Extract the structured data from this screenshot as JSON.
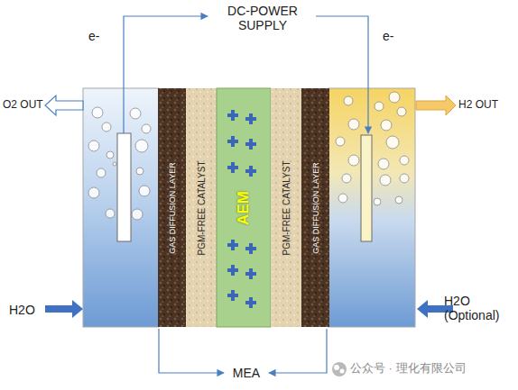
{
  "diagram": {
    "nodes": [
      {
        "text": [
          "GAS DIFFUSION LAYER"
        ]
      },
      {
        "text": [
          "PGM-FREE CATALYST"
        ]
      },
      {
        "text": [
          "AEM"
        ]
      },
      {
        "text": [
          "PGM-FREE CATALYST"
        ]
      },
      {
        "text": [
          "GAS DIFFUSION LAYER"
        ]
      }
    ],
    "labels": [
      "DC-POWER SUPPLY",
      "e-",
      "e-",
      "O2 OUT",
      "H2 OUT",
      "H2O",
      "H2O (Optional)",
      "MEA",
      "公众号 · 理化有限公司"
    ]
  }
}
